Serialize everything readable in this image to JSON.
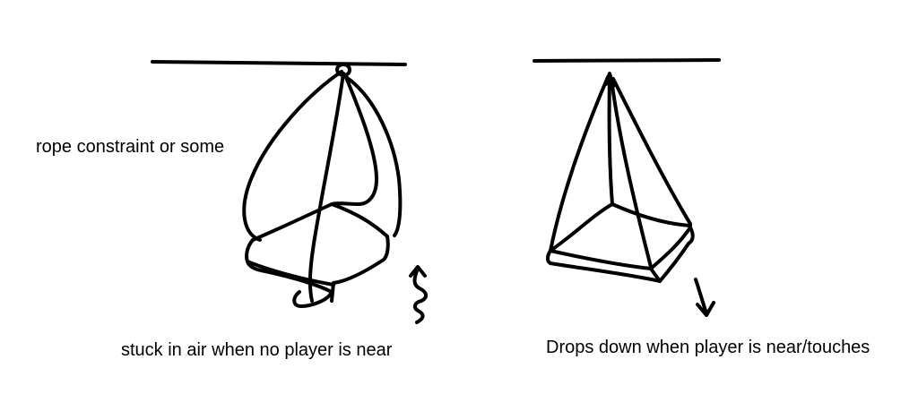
{
  "annotations": {
    "rope_constraint": "rope constraint or some",
    "stuck_caption": "stuck in air when no player is near",
    "drops_caption": "Drops down when player is near/touches"
  },
  "colors": {
    "ink": "#000000",
    "background": "#ffffff"
  },
  "icons": {
    "up_arrow": "squiggly-up-arrow-icon",
    "down_arrow": "down-arrow-icon"
  }
}
